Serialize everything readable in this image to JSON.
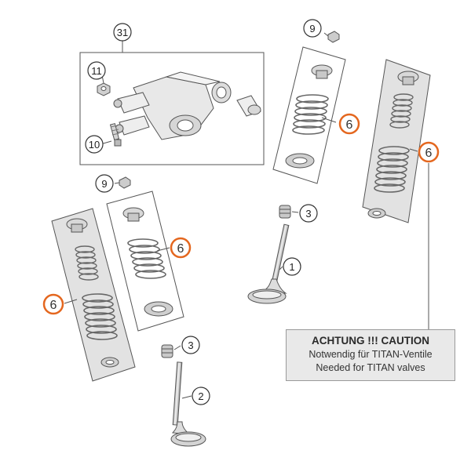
{
  "colors": {
    "accent": "#e4671f",
    "line": "#555555",
    "panel": "#e2e2e2",
    "caution_bg": "#e9e9e9"
  },
  "callouts": {
    "c31": "31",
    "c11": "11",
    "c10": "10",
    "c9a": "9",
    "c9b": "9",
    "c6a": "6",
    "c6b": "6",
    "c6c": "6",
    "c6d": "6",
    "c3a": "3",
    "c3b": "3",
    "c1": "1",
    "c2": "2"
  },
  "caution": {
    "line1": "ACHTUNG !!! CAUTION",
    "line2": "Notwendig für TITAN-Ventile",
    "line3": "Needed for TITAN valves"
  }
}
